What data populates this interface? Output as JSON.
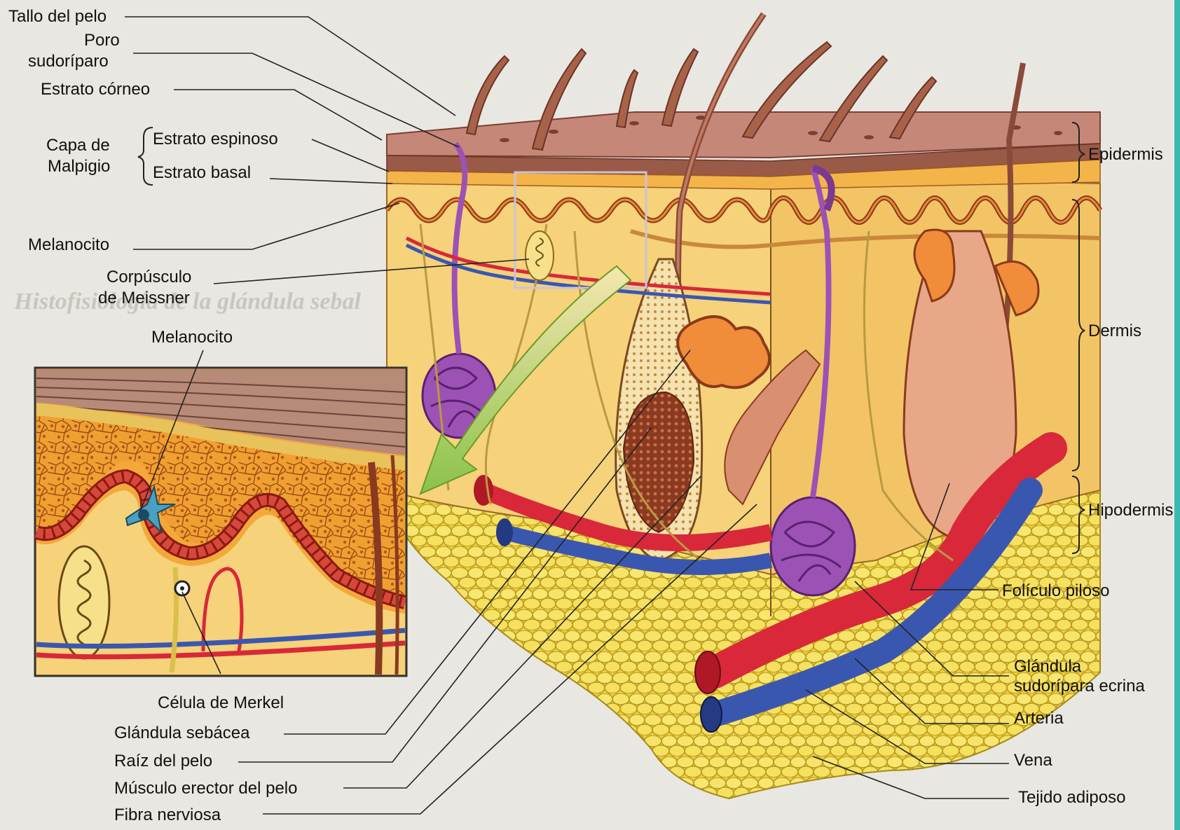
{
  "labels": {
    "tallo_del_pelo": "Tallo del pelo",
    "poro_sudoriparo_1": "Poro",
    "poro_sudoriparo_2": "sudoríparo",
    "estrato_corneo": "Estrato córneo",
    "capa_de": "Capa de",
    "malpigio": "Malpigio",
    "estrato_espinoso": "Estrato espinoso",
    "estrato_basal": "Estrato basal",
    "melanocito_top": "Melanocito",
    "corpusculo_1": "Corpúsculo",
    "corpusculo_2": "de Meissner",
    "melanocito_inset": "Melanocito",
    "celula_merkel": "Célula de Merkel",
    "glandula_sebacea": "Glándula sebácea",
    "raiz_pelo": "Raíz del pelo",
    "musculo_erector": "Músculo erector del pelo",
    "fibra_nerviosa": "Fibra nerviosa",
    "epidermis": "Epidermis",
    "dermis": "Dermis",
    "hipodermis": "Hipodermis",
    "foliculo_piloso": "Folículo piloso",
    "glandula_ecrina_1": "Glándula",
    "glandula_ecrina_2": "sudorípara ecrina",
    "arteria": "Arteria",
    "vena": "Vena",
    "tejido_adiposo": "Tejido adiposo"
  },
  "background_text": {
    "heading": "Histofisiología de la glándula sebal"
  },
  "colors": {
    "epidermis_surface": "#b87868",
    "stratum": "#f0a030",
    "dermis": "#f6d27a",
    "fat": "#f3dd55",
    "artery": "#d8283a",
    "vein": "#3a57b0",
    "gland": "#8b3fa0",
    "nerve": "#f2e6a0",
    "page_bg": "#e9e7e1",
    "edge_strip": "#38b8b0"
  }
}
